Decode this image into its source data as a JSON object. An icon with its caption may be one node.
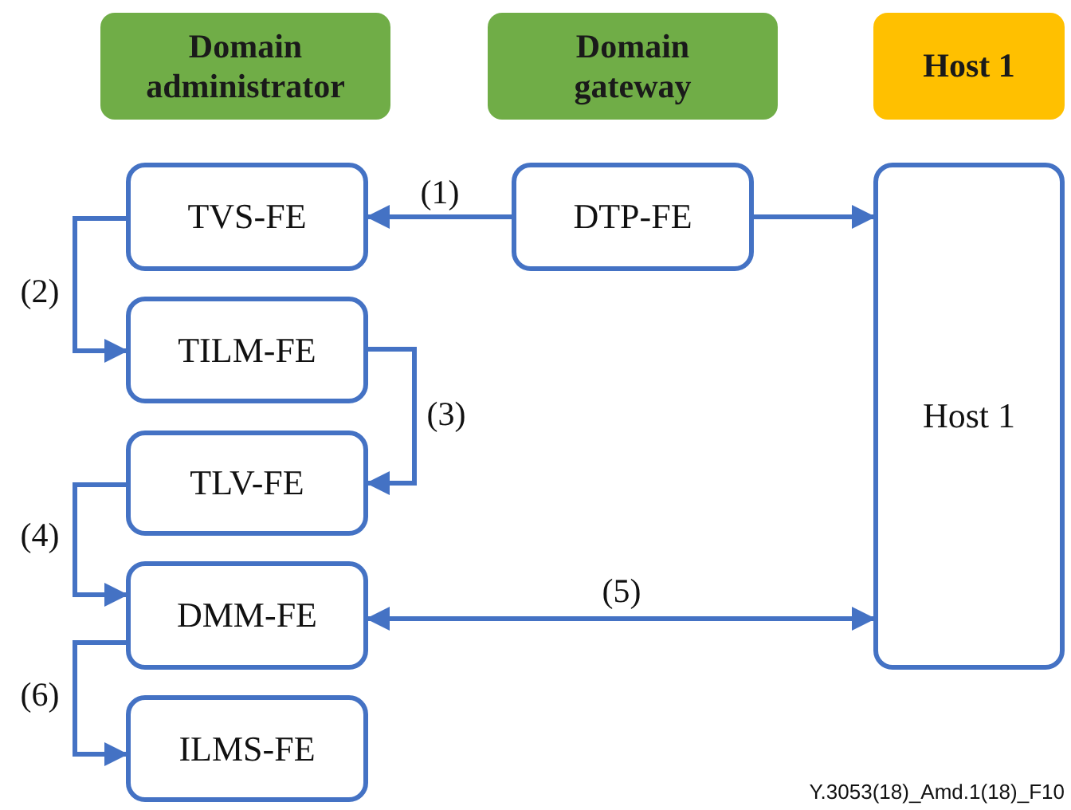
{
  "diagram": {
    "nodes": [
      {
        "text": [
          "Domain administrator"
        ]
      },
      {
        "text": [
          "Domain gateway"
        ]
      },
      {
        "text": [
          "Host 1"
        ]
      },
      {
        "text": [
          "TVS-FE"
        ]
      },
      {
        "text": [
          "DTP-FE"
        ]
      },
      {
        "text": [
          "Host 1"
        ]
      },
      {
        "text": [
          "TILM-FE"
        ]
      },
      {
        "text": [
          "TLV-FE"
        ]
      },
      {
        "text": [
          "DMM-FE"
        ]
      },
      {
        "text": [
          "ILMS-FE"
        ]
      }
    ],
    "edges": [
      {
        "from": 4,
        "to": 3,
        "arrow": "to",
        "label": "(1)"
      },
      {
        "from": 4,
        "to": 5,
        "arrow": "to"
      },
      {
        "from": 3,
        "to": 6,
        "arrow": "to",
        "label": "(2)"
      },
      {
        "from": 6,
        "to": 7,
        "arrow": "to",
        "label": "(3)"
      },
      {
        "from": 7,
        "to": 8,
        "arrow": "to",
        "label": "(4)"
      },
      {
        "from": 8,
        "to": 5,
        "arrow": "both",
        "label": "(5)"
      },
      {
        "from": 8,
        "to": 9,
        "arrow": "to",
        "label": "(6)"
      }
    ],
    "labels": [
      "Y.3053(18)_Amd.1(18)_F10"
    ]
  }
}
